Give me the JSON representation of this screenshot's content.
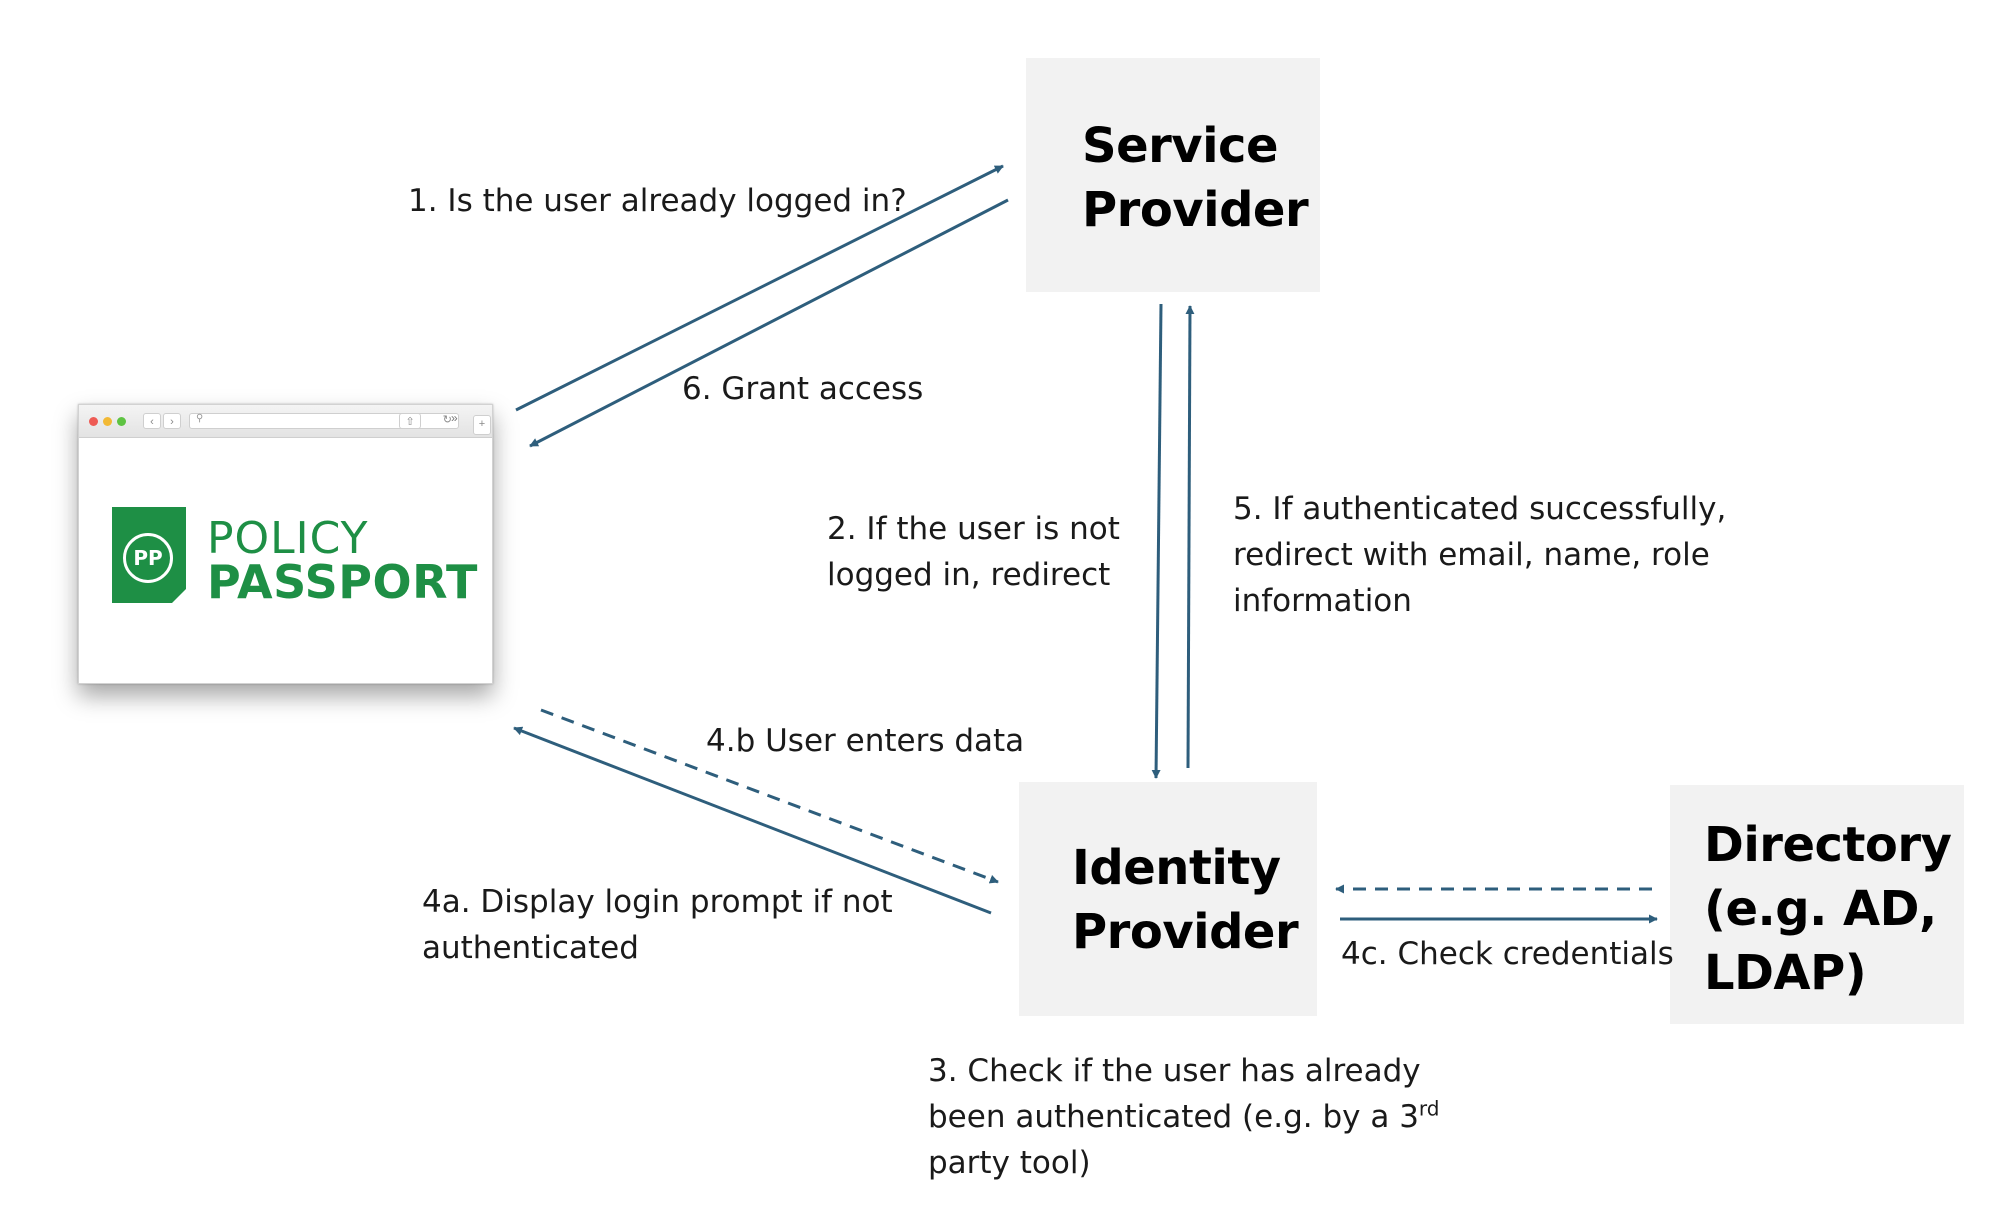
{
  "nodes": {
    "service_provider": [
      "Service",
      "Provider"
    ],
    "identity_provider": [
      "Identity",
      "Provider"
    ],
    "directory": [
      "Directory",
      "(e.g. AD,",
      "LDAP)"
    ]
  },
  "client": {
    "logo_line1": "POLICY",
    "logo_line2": "PASSPORT",
    "logo_badge": "PP"
  },
  "edges": {
    "step1": [
      "1. Is the user already logged in?"
    ],
    "step2": [
      "2. If the user is not",
      "logged in, redirect"
    ],
    "step3": [
      "3. Check if the user has already",
      "been authenticated (e.g. by a 3rd",
      "party tool)"
    ],
    "step4a": [
      "4a. Display login prompt if not",
      "authenticated"
    ],
    "step4b": [
      "4.b User enters data"
    ],
    "step4c": [
      "4c. Check credentials"
    ],
    "step5": [
      "5. If authenticated successfully,",
      "redirect with email, name, role",
      "information"
    ],
    "step6": [
      "6. Grant access"
    ]
  },
  "colors": {
    "arrow": "#2e5e7c",
    "node_fill": "#f2f2f2",
    "brand": "#1e8f45"
  }
}
